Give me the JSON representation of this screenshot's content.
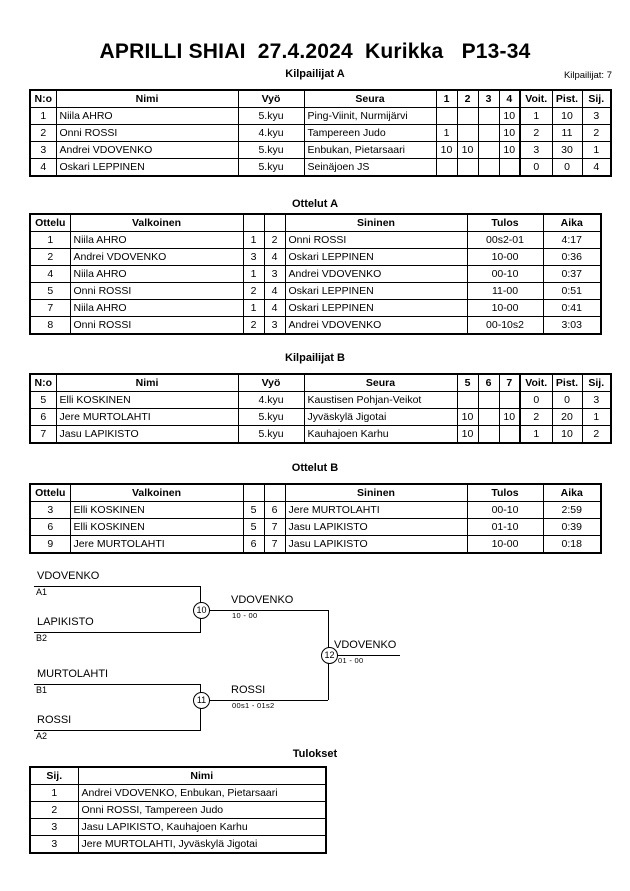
{
  "header": {
    "title_event": "APRILLI SHIAI",
    "title_date": "27.4.2024",
    "title_place": "Kurikka",
    "title_category": "P13-34",
    "entrants_label": "Kilpailijat: 7"
  },
  "captions": {
    "pool_a": "Kilpailijat A",
    "matches_a": "Ottelut A",
    "pool_b": "Kilpailijat B",
    "matches_b": "Ottelut B",
    "results": "Tulokset"
  },
  "pool_a": {
    "headers": {
      "no": "N:o",
      "name": "Nimi",
      "belt": "Vyö",
      "club": "Seura",
      "m1": "1",
      "m2": "2",
      "m3": "3",
      "m4": "4",
      "wins": "Voit.",
      "points": "Pist.",
      "rank": "Sij."
    },
    "rows": [
      {
        "no": "1",
        "name": "Niila AHRO",
        "belt": "5.kyu",
        "club": "Ping-Viinit, Nurmijärvi",
        "m1": "",
        "m2": "",
        "m3": "",
        "m4": "10",
        "wins": "1",
        "points": "10",
        "rank": "3"
      },
      {
        "no": "2",
        "name": "Onni ROSSI",
        "belt": "4.kyu",
        "club": "Tampereen Judo",
        "m1": "1",
        "m2": "",
        "m3": "",
        "m4": "10",
        "wins": "2",
        "points": "11",
        "rank": "2"
      },
      {
        "no": "3",
        "name": "Andrei VDOVENKO",
        "belt": "5.kyu",
        "club": "Enbukan, Pietarsaari",
        "m1": "10",
        "m2": "10",
        "m3": "",
        "m4": "10",
        "wins": "3",
        "points": "30",
        "rank": "1"
      },
      {
        "no": "4",
        "name": "Oskari LEPPINEN",
        "belt": "5.kyu",
        "club": "Seinäjoen JS",
        "m1": "",
        "m2": "",
        "m3": "",
        "m4": "",
        "wins": "0",
        "points": "0",
        "rank": "4"
      }
    ]
  },
  "matches_a": {
    "headers": {
      "match": "Ottelu",
      "white": "Valkoinen",
      "wnum": "",
      "bnum": "",
      "blue": "Sininen",
      "result": "Tulos",
      "time": "Aika"
    },
    "rows": [
      {
        "match": "1",
        "white": "Niila AHRO",
        "wnum": "1",
        "bnum": "2",
        "blue": "Onni ROSSI",
        "result": "00s2-01",
        "time": "4:17"
      },
      {
        "match": "2",
        "white": "Andrei VDOVENKO",
        "wnum": "3",
        "bnum": "4",
        "blue": "Oskari LEPPINEN",
        "result": "10-00",
        "time": "0:36"
      },
      {
        "match": "4",
        "white": "Niila AHRO",
        "wnum": "1",
        "bnum": "3",
        "blue": "Andrei VDOVENKO",
        "result": "00-10",
        "time": "0:37"
      },
      {
        "match": "5",
        "white": "Onni ROSSI",
        "wnum": "2",
        "bnum": "4",
        "blue": "Oskari LEPPINEN",
        "result": "11-00",
        "time": "0:51"
      },
      {
        "match": "7",
        "white": "Niila AHRO",
        "wnum": "1",
        "bnum": "4",
        "blue": "Oskari LEPPINEN",
        "result": "10-00",
        "time": "0:41"
      },
      {
        "match": "8",
        "white": "Onni ROSSI",
        "wnum": "2",
        "bnum": "3",
        "blue": "Andrei VDOVENKO",
        "result": "00-10s2",
        "time": "3:03"
      }
    ]
  },
  "pool_b": {
    "headers": {
      "no": "N:o",
      "name": "Nimi",
      "belt": "Vyö",
      "club": "Seura",
      "m1": "5",
      "m2": "6",
      "m3": "7",
      "wins": "Voit.",
      "points": "Pist.",
      "rank": "Sij."
    },
    "rows": [
      {
        "no": "5",
        "name": "Elli KOSKINEN",
        "belt": "4.kyu",
        "club": "Kaustisen Pohjan-Veikot",
        "m1": "",
        "m2": "",
        "m3": "",
        "wins": "0",
        "points": "0",
        "rank": "3"
      },
      {
        "no": "6",
        "name": "Jere MURTOLAHTI",
        "belt": "5.kyu",
        "club": "Jyväskylä Jigotai",
        "m1": "10",
        "m2": "",
        "m3": "10",
        "wins": "2",
        "points": "20",
        "rank": "1"
      },
      {
        "no": "7",
        "name": "Jasu LAPIKISTO",
        "belt": "5.kyu",
        "club": "Kauhajoen Karhu",
        "m1": "10",
        "m2": "",
        "m3": "",
        "wins": "1",
        "points": "10",
        "rank": "2"
      }
    ]
  },
  "matches_b": {
    "headers": {
      "match": "Ottelu",
      "white": "Valkoinen",
      "wnum": "",
      "bnum": "",
      "blue": "Sininen",
      "result": "Tulos",
      "time": "Aika"
    },
    "rows": [
      {
        "match": "3",
        "white": "Elli KOSKINEN",
        "wnum": "5",
        "bnum": "6",
        "blue": "Jere MURTOLAHTI",
        "result": "00-10",
        "time": "2:59"
      },
      {
        "match": "6",
        "white": "Elli KOSKINEN",
        "wnum": "5",
        "bnum": "7",
        "blue": "Jasu LAPIKISTO",
        "result": "01-10",
        "time": "0:39"
      },
      {
        "match": "9",
        "white": "Jere MURTOLAHTI",
        "wnum": "6",
        "bnum": "7",
        "blue": "Jasu LAPIKISTO",
        "result": "10-00",
        "time": "0:18"
      }
    ]
  },
  "bracket": {
    "entries": [
      {
        "name": "VDOVENKO",
        "seed": "A1"
      },
      {
        "name": "LAPIKISTO",
        "seed": "B2"
      },
      {
        "name": "MURTOLAHTI",
        "seed": "B1"
      },
      {
        "name": "ROSSI",
        "seed": "A2"
      }
    ],
    "semifinals": [
      {
        "number": "10",
        "winner": "VDOVENKO",
        "score": "10 - 00"
      },
      {
        "number": "11",
        "winner": "ROSSI",
        "score": "00s1 - 01s2"
      }
    ],
    "final": {
      "number": "12",
      "winner": "VDOVENKO",
      "score": "01 - 00"
    }
  },
  "results": {
    "headers": {
      "rank": "Sij.",
      "name": "Nimi"
    },
    "rows": [
      {
        "rank": "1",
        "name": "Andrei VDOVENKO, Enbukan, Pietarsaari"
      },
      {
        "rank": "2",
        "name": "Onni ROSSI, Tampereen Judo"
      },
      {
        "rank": "3",
        "name": "Jasu LAPIKISTO, Kauhajoen Karhu"
      },
      {
        "rank": "3",
        "name": "Jere MURTOLAHTI, Jyväskylä Jigotai"
      }
    ]
  }
}
